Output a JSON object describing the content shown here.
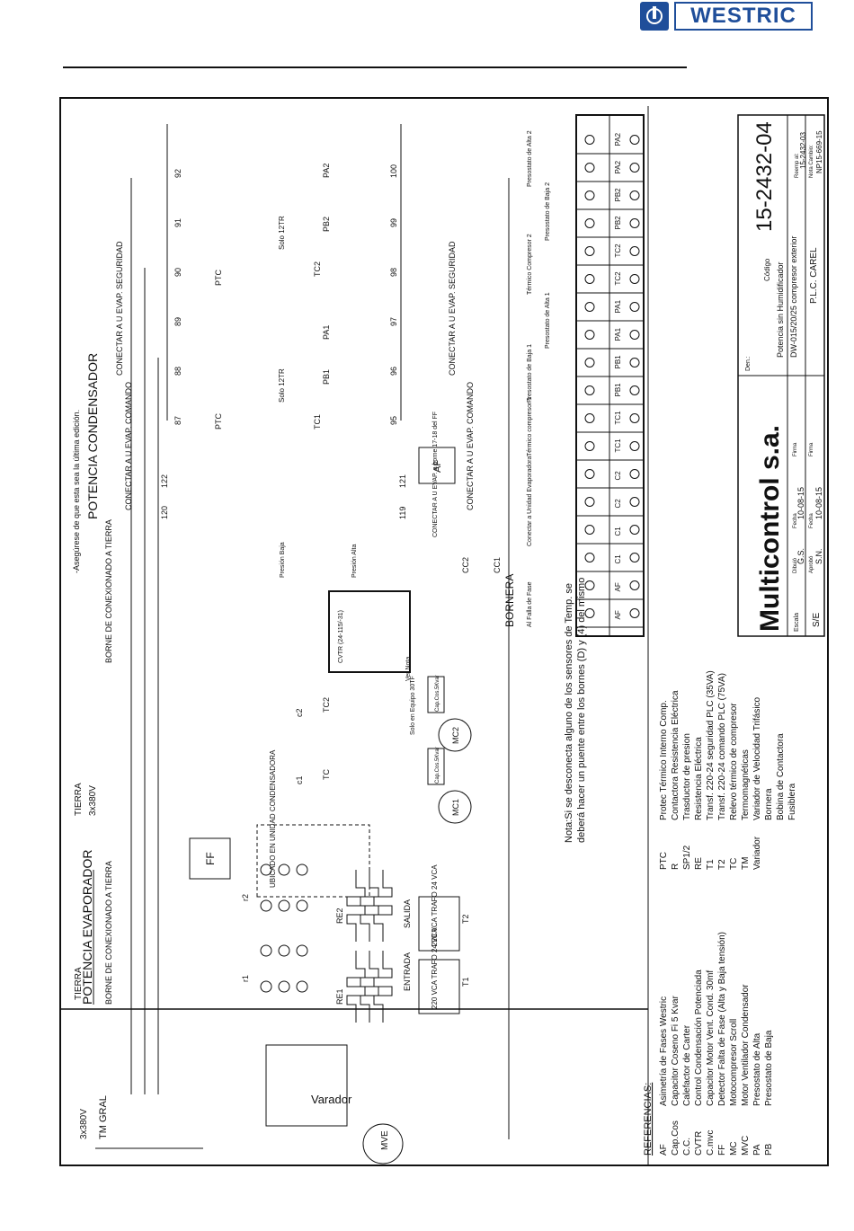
{
  "header": {
    "brand": "WESTRIC"
  },
  "sheet": {
    "note_top": "-Asegúrese de que esta sea la última edición.",
    "evap_title": "POTENCIA EVAPORADOR",
    "cond_title": "POTENCIA CONDENSADOR",
    "tierra": "TIERRA",
    "borne": "BORNE DE CONEXIONADO A TIERRA",
    "supply": "3x380V",
    "tm_gral": "TM GRAL",
    "varador": "Varador",
    "mve": "MVE",
    "re1": "RE1",
    "re2": "RE2",
    "r1": "r1",
    "r2": "r2",
    "t1": "T1",
    "t2": "T2",
    "trafo": "220 VCA TRAFO 24 VCA",
    "salida": "SALIDA",
    "entrada": "ENTRADA",
    "ff": "FF",
    "af": "AF",
    "ubicado": "UBICADO EN UNIDAD CONDENSADORA",
    "conectar_af": "CONECTAR A U EVAP. a borne 17-18 del FF",
    "mc1": "MC1",
    "mc2": "MC2",
    "cap_cos": "Cap.Cos.5Kvar",
    "tc": "TC",
    "tc2": "TC2",
    "c1": "c1",
    "c2": "c2",
    "cvtr": "CVTR (24-115/-31)",
    "presion_alta": "Presión Alta",
    "presion_baja": "Presión Baja",
    "ver_nota": "Ver Nota",
    "solo_equipo": "Solo en Equipo 30TF",
    "nota": "Nota:Si se desconecta alguno de los sensores de Temp. se deberá hacer un puente entre los bornes (D) y (4) del mismo",
    "cc1": "CC1",
    "cc2": "CC2",
    "conectar_comando": "CONECTAR A U EVAP. COMANDO",
    "conectar_seguridad": "CONECTAR A U EVAP. SEGURIDAD",
    "solo12tr": "Solo 12TR",
    "bornera": "BORNERA",
    "ptc": "PTC",
    "tc1": "TC1",
    "pa1": "PA1",
    "pb1": "PB1",
    "pa2": "PA2",
    "pb2": "PB2",
    "terminals_top": [
      "87",
      "88",
      "89",
      "90",
      "91",
      "92"
    ],
    "terminals_bot": [
      "95",
      "96",
      "97",
      "98",
      "99",
      "100"
    ],
    "cmd_top": [
      "120",
      "122"
    ],
    "cmd_bot": [
      "119",
      "121"
    ],
    "bornera_groups": [
      "Al Falla de Fase",
      "Conectar a Unidad Evaporadora",
      "Térmico compresor 1",
      "Presostato de Baja 1",
      "Presostato de Alta 1",
      "Térmico Compresor 2",
      "Presostato de Baja 2",
      "Presostato de Alta 2"
    ],
    "bornera_labels": [
      "AF",
      "AF",
      "C1",
      "C1",
      "C2",
      "C2",
      "TC1",
      "TC1",
      "PB1",
      "PB1",
      "PA1",
      "PA1",
      "TC2",
      "TC2",
      "PB2",
      "PB2",
      "PA2",
      "PA2"
    ]
  },
  "references": {
    "title": "REFERENCIAS:",
    "col1": [
      {
        "code": "AF",
        "desc": "Asimetría de Fases Westric"
      },
      {
        "code": "Cap.Cos",
        "desc": "Capacitor Coseno Fi 5 Kvar"
      },
      {
        "code": "C.C.",
        "desc": "Calefactor de Carter"
      },
      {
        "code": "CVTR",
        "desc": "Control Condensación Potenciada"
      },
      {
        "code": "C.mvc",
        "desc": "Capacitor Motor Vent. Cond. 30mf"
      },
      {
        "code": "FF",
        "desc": "Detector Falta de Fase (Alta y Baja tensión)"
      },
      {
        "code": "MC",
        "desc": "Motocompresor Scroll"
      },
      {
        "code": "MVC",
        "desc": "Motor Ventilador Condensador"
      },
      {
        "code": "PA",
        "desc": "Presostato de Alta"
      },
      {
        "code": "PB",
        "desc": "Presostato de Baja"
      }
    ],
    "col2": [
      {
        "code": "PTC",
        "desc": "Protec Térmico Interno Comp."
      },
      {
        "code": "R",
        "desc": "Contactora Resistencia Eléctrica"
      },
      {
        "code": "SP1/2",
        "desc": "Trasductor de presion"
      },
      {
        "code": "RE",
        "desc": "Resistencia Eléctrica"
      },
      {
        "code": "T1",
        "desc": "Transf. 220-24 seguridad PLC (35VA)"
      },
      {
        "code": "T2",
        "desc": "Transf. 220-24 comando PLC (75VA)"
      },
      {
        "code": "TC",
        "desc": "Relevo térmico de compresor"
      },
      {
        "code": "TM",
        "desc": "Termomagnéticas"
      },
      {
        "code": "Variador",
        "desc": "Variador de Velocidad Trifásico"
      },
      {
        "code": "",
        "desc": "Bornera"
      },
      {
        "code": "",
        "desc": "Bobina de Contactora"
      },
      {
        "code": "",
        "desc": "Fusiblera"
      }
    ]
  },
  "title_block": {
    "company": "Multicontrol s.a.",
    "codigo_label": "Código",
    "codigo": "15-2432-04",
    "den_label": "Den.:",
    "desc1": "Potencia sin Humidificador",
    "desc2": "DW-015/20/25 compresor exterior",
    "plc": "P.L.C. CAREL",
    "escala_label": "Escala",
    "escala": "S/E",
    "dibujo_label": "Dibujó",
    "dibujo": "G.S.",
    "aprobo_label": "Aprobó",
    "aprobo": "S.N.",
    "fecha_label": "Fecha",
    "fecha1": "10-08-15",
    "fecha2": "10-08-15",
    "firma_label": "Firma",
    "reemp_label": "Reemp al:",
    "reemp": "15-2432-03",
    "nota_cambio_label": "Nota Cambio:",
    "nota_cambio": "NP15-669-15"
  }
}
